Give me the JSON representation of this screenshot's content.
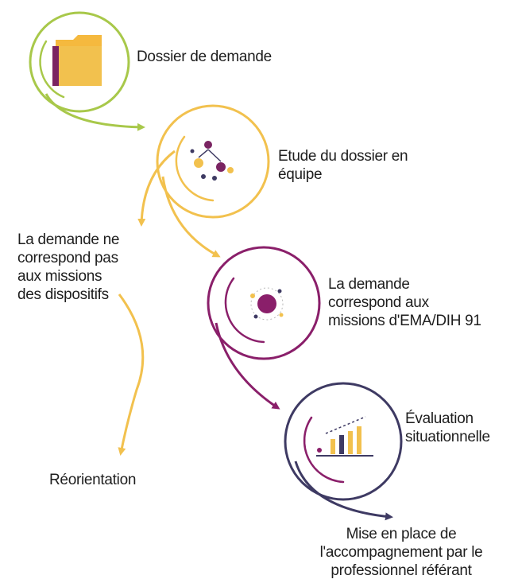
{
  "colors": {
    "green": "#a8c84a",
    "yellow": "#f2c14e",
    "purple": "#8a1f6a",
    "navy": "#3e3a63",
    "text": "#1e1e1e"
  },
  "steps": [
    {
      "id": "dossier",
      "label": "Dossier de demande",
      "icon": "folder-icon",
      "color": "green"
    },
    {
      "id": "etude",
      "label_lines": [
        "Etude du dossier en",
        "équipe"
      ],
      "icon": "team-icon",
      "color": "yellow"
    },
    {
      "id": "correspond",
      "label_lines": [
        "La demande",
        "correspond aux",
        "missions d'EMA/DIH 91"
      ],
      "icon": "target-icon",
      "color": "purple"
    },
    {
      "id": "evaluation",
      "label_lines": [
        "Évaluation",
        "situationnelle"
      ],
      "icon": "chart-icon",
      "color": "navy"
    }
  ],
  "branch": {
    "label_lines": [
      "La demande ne",
      "correspond pas",
      "aux missions",
      "des dispositifs"
    ],
    "outcome": "Réorientation"
  },
  "final": {
    "label_lines": [
      "Mise en place de",
      "l'accompagnement par le",
      "professionnel référant"
    ]
  }
}
